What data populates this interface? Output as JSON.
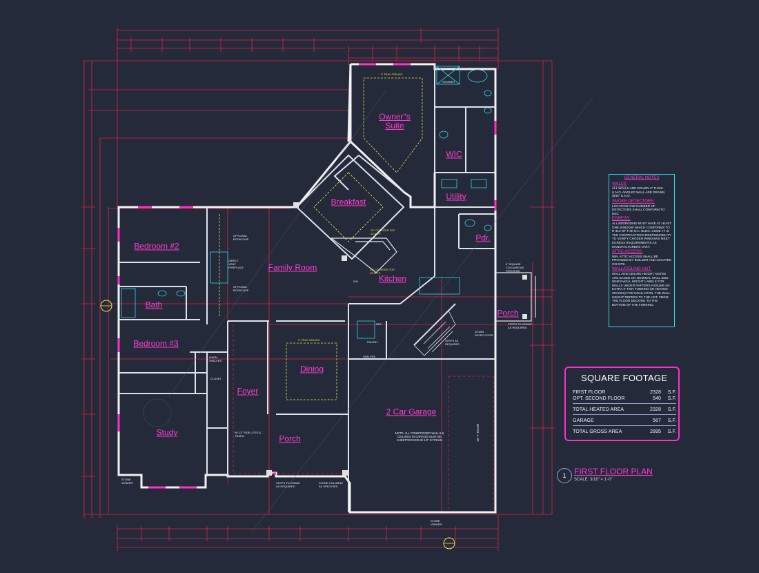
{
  "rooms": {
    "owners_suite": "Owner\"s\nSuite",
    "wic": "WIC",
    "breakfast": "Breakfast",
    "utility": "Utility",
    "bedroom2": "Bedroom #2",
    "family_room": "Family Room",
    "pdr": "Pdr.",
    "kitchen": "Kitchen",
    "bath": "Bath",
    "porch_right": "Porch",
    "bedroom3": "Bedroom #3",
    "dining": "Dining",
    "foyer": "Foyer",
    "garage": "2 Car Garage",
    "study": "Study",
    "porch_front": "Porch"
  },
  "general_notes": {
    "title": "GENERAL NOTES",
    "sections": [
      {
        "heading": "WALLS:",
        "text": "ALL WALLS ARE DRAWN 4\" THICK U.N.O. ANGLED WALL ARE DRAWN @45° U.N.O."
      },
      {
        "heading": "SMOKE DETECTORS:",
        "text": "LOCATION AND NUMBER OF DETECTORS SHALL CONFORM TO NEC"
      },
      {
        "heading": "EGRESS:",
        "text": "ALL BEDROOMS MUST HAVE AT LEAST ONE WINDOW WHICH CONFORMS TO R-310 OF THE N.C. BLDG. CODE. IT IS THE CONTRACTOR'S RESPONSIBILITY TO VERIFY CHOSEN WINDOWS MEET EGRESS REQUIREMENTS AS MANUFACTURERS VARY."
      },
      {
        "heading": "ATTIC ACCESS:",
        "text": "MIN. ATTIC ACCESS SHALL BE PROVIDED BY BUILDER AND LOCATED ON SITE."
      },
      {
        "heading": "WALL/CEILING HGT.",
        "text": "WALL AND CEILING HEIGHT NOTES ARE BASED ON NOMINAL WALL SIZE. WHEN WALL HEIGHT LABELS FOR WALLS UNDER RAFTERS ASSUME AN EXTRA 2\" FOR FURRING (IN HEATED SPACES) FOR INSULATION. THE WALL HEIGHT REFERS TO THE HGT. FROM THE FLOOR DECKING TO THE BOTTOM OF THE FURRING."
      }
    ]
  },
  "square_footage": {
    "title": "SQUARE FOOTAGE",
    "group1": [
      {
        "label": "FIRST FLOOR",
        "value": "2328",
        "unit": "S.F."
      },
      {
        "label": "OPT. SECOND FLOOR",
        "value": "540",
        "unit": "S.F."
      }
    ],
    "group2": [
      {
        "label": "TOTAL HEATED AREA",
        "value": "2328",
        "unit": "S.F."
      },
      {
        "label": "GARAGE",
        "value": "567",
        "unit": "S.F."
      },
      {
        "label": "TOTAL GROSS AREA",
        "value": "2895",
        "unit": "S.F."
      }
    ]
  },
  "plan": {
    "number": "1",
    "title": "FIRST FLOOR PLAN",
    "scale": "SCALE: 3/16\" = 1'-0\""
  },
  "annotations": {
    "tray_ceiling_suite": "9' TRAY CEILING",
    "tray_ceiling_dining": "9' TRAY CEILING",
    "counter_top_1": "12\" COUNTER TOP 42\"A.F.F.",
    "counter_top_2": "12\" COUNTER TOP 42\"A.F.F.",
    "optional_bookcase_1": "OPTIONAL BOOKCASE",
    "optional_bookcase_2": "OPTIONAL BOOKCASE",
    "direct_vent_fireplace": "DIRECT VENT FIREPLACE",
    "garage_note": "NOTE: ALL CONDITIONED WALLS & CEILINGS IN GARAGE MUST BE SHEETROCKED W/ 1/2\" GYPSUM",
    "steps_grade_right": "STEPS TO GRADE AS REQUIRED",
    "steps_grade_front": "STEPS TO GRADE AS REQUIRED",
    "steps_grade_garage": "STEPS AS REQUIRED",
    "stone_columns_front": "STONE COLUMNS AS SPECIFIED",
    "square_columns_right": "8\" SQUARE COLUMNS AS SPECIFIED",
    "stone_veneer_left": "STONE VENEER",
    "stone_veneer_garage": "STONE VENEER",
    "side_lites": "W/ 12\" SIDE LITES & TRANS.",
    "pantry": "PANTRY",
    "shelves": "SHELVES",
    "ref": "REF.",
    "dw": "DW",
    "linen": "LINEN SHELVES",
    "closet": "CLOSET",
    "rated_door": "20 MIN. RATED DOOR",
    "garage_door": "16'-7\" DOOR",
    "shower": "SHOWER",
    "tub": "TUB"
  }
}
